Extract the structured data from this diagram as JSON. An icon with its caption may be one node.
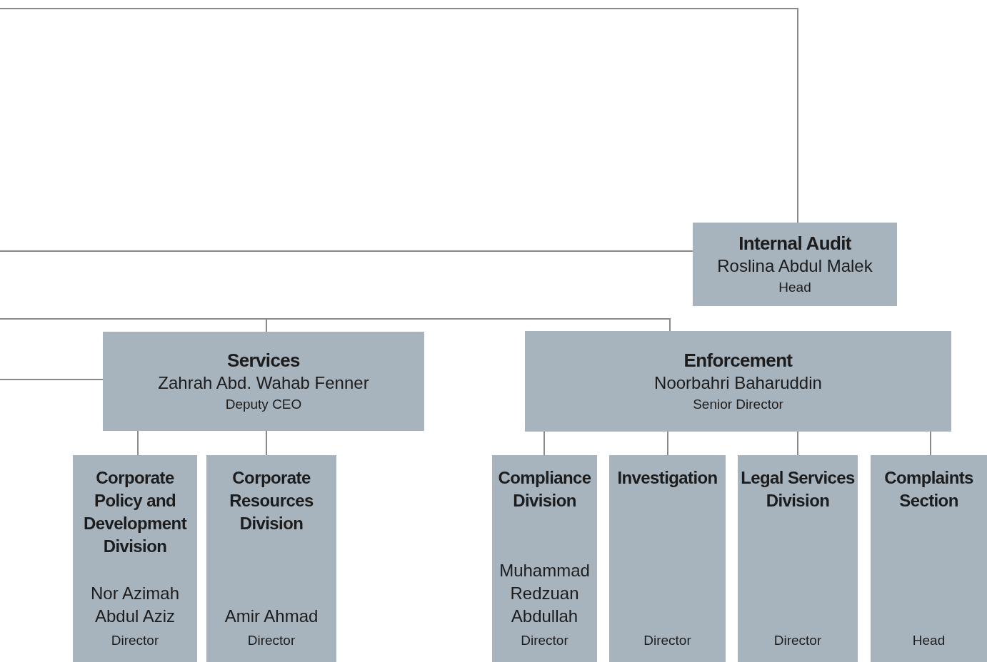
{
  "diagram": {
    "nodes": [
      {
        "text": [
          "Internal Audit",
          "Roslina Abdul Malek",
          "Head"
        ]
      },
      {
        "text": [
          "Services",
          "Zahrah Abd. Wahab Fenner",
          "Deputy CEO"
        ]
      },
      {
        "text": [
          "Enforcement",
          "Noorbahri Baharuddin",
          "Senior Director"
        ]
      },
      {
        "text": [
          "Corporate Policy and Development Division",
          "Nor Azimah Abdul Aziz",
          "Director"
        ]
      },
      {
        "text": [
          "Corporate Resources Division",
          "Amir Ahmad",
          "Director"
        ]
      },
      {
        "text": [
          "Compliance Division",
          "Muhammad Redzuan Abdullah",
          "Director"
        ]
      },
      {
        "text": [
          "Investigation",
          "Director"
        ]
      },
      {
        "text": [
          "Legal Services Division",
          "Director"
        ]
      },
      {
        "text": [
          "Complaints Section",
          "Head"
        ]
      }
    ],
    "edges": [
      {
        "from": null,
        "to": 0,
        "arrow": "none"
      },
      {
        "from": null,
        "to": 0,
        "arrow": "none"
      },
      {
        "from": null,
        "to": 1,
        "arrow": "none"
      },
      {
        "from": null,
        "to": 2,
        "arrow": "none"
      },
      {
        "from": null,
        "to": 1,
        "arrow": "none"
      },
      {
        "from": 1,
        "to": 3,
        "arrow": "none"
      },
      {
        "from": 1,
        "to": 4,
        "arrow": "none"
      },
      {
        "from": 2,
        "to": 5,
        "arrow": "none"
      },
      {
        "from": 2,
        "to": 6,
        "arrow": "none"
      },
      {
        "from": 2,
        "to": 7,
        "arrow": "none"
      },
      {
        "from": 2,
        "to": 8,
        "arrow": "none"
      }
    ]
  }
}
